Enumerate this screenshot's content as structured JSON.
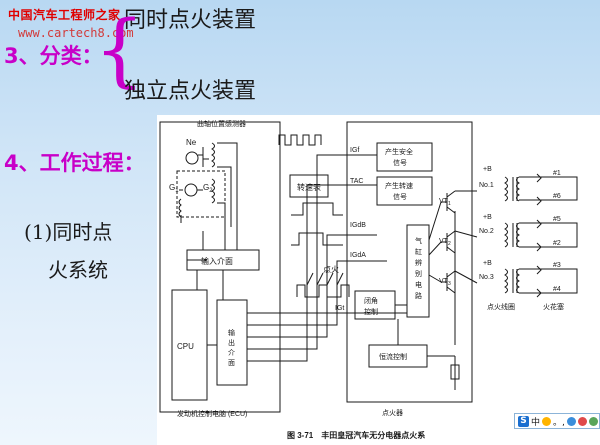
{
  "watermark": {
    "site_name": "中国汽车工程师之家",
    "url": "www.cartech8.com"
  },
  "slide": {
    "top_item": "同时点火装置",
    "section3": "3、分类：",
    "section3_brace": "{",
    "bottom_item": "独立点火装置",
    "section4": "4、工作过程：",
    "subsection_line1": "(1)同时点",
    "subsection_line2": "火系统"
  },
  "figure": {
    "caption": "图 3-71　丰田皇冠汽车无分电器点火系",
    "sensor_title": "曲轴位置感测器",
    "ne": "Ne",
    "g1": "G",
    "g1_sub": "1",
    "g2": "G",
    "g2_sub": "2",
    "igf": "IGf",
    "tac": "TAC",
    "igdb": "IGdB",
    "igda": "IGdA",
    "igt": "IGt",
    "ignition_label": "点火",
    "tachometer": "转速表",
    "safety_signal_l1": "产生安全",
    "safety_signal_l2": "信号",
    "rpm_signal_l1": "产生转速",
    "rpm_signal_l2": "信号",
    "cyl_discriminate": [
      "气",
      "缸",
      "辨",
      "别",
      "电",
      "路"
    ],
    "dwell_l1": "闭角",
    "dwell_l2": "控制",
    "current_ctrl": "恒流控制",
    "vt": "VT",
    "vt1_sub": "1",
    "vt2_sub": "2",
    "vt3_sub": "3",
    "input_interface": "输入介面",
    "cpu": "CPU",
    "output_interface": [
      "输",
      "出",
      "介",
      "面"
    ],
    "ecu_label": "发动机控制电脑 (ECU)",
    "igniter_label": "点火器",
    "coil_label": "点火线圈",
    "plug_label": "火花塞",
    "plus_b": "+B",
    "coils": [
      "No.1",
      "No.2",
      "No.3"
    ],
    "plugs": [
      "#1",
      "#6",
      "#5",
      "#2",
      "#3",
      "#4"
    ]
  },
  "taskbar": {
    "logo": "S",
    "lang": "中",
    "punct": "。,"
  }
}
